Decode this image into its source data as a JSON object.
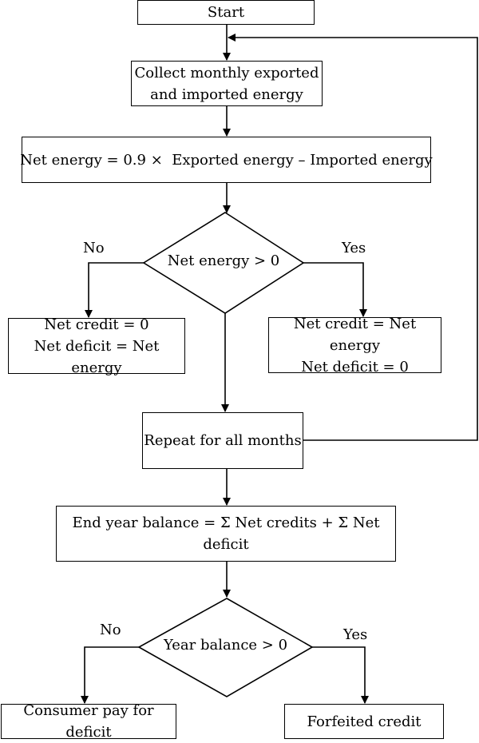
{
  "nodes": {
    "start": "Start",
    "collect": [
      "Collect monthly exported",
      "and imported energy"
    ],
    "net_energy": "Net energy = 0.9 ×  Exported energy – Imported energy",
    "decision1": "Net energy > 0",
    "no_branch1": [
      "Net credit = 0",
      "Net deficit = Net energy"
    ],
    "yes_branch1": [
      "Net credit = Net energy",
      "Net deficit = 0"
    ],
    "repeat": "Repeat for all months",
    "end_year": "End year balance = Σ Net credits + Σ Net deficit",
    "decision2": "Year balance > 0",
    "consumer_pay": "Consumer pay for deficit",
    "forfeited": "Forfeited credit"
  },
  "edge_labels": {
    "no1": "No",
    "yes1": "Yes",
    "no2": "No",
    "yes2": "Yes"
  }
}
